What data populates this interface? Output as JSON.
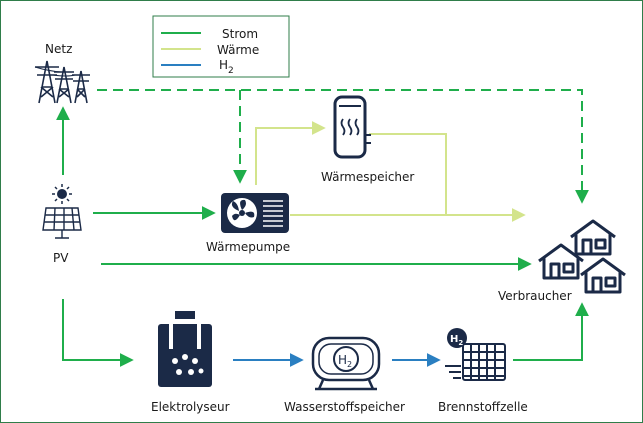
{
  "legend": {
    "items": [
      {
        "label": "Strom",
        "color": "#1fae4b"
      },
      {
        "label": "Wärme",
        "color": "#d3e48c"
      },
      {
        "label": "H",
        "sub": "2",
        "color": "#2a7fc1"
      }
    ]
  },
  "nodes": {
    "netz": "Netz",
    "pv": "PV",
    "waermepumpe": "Wärmepumpe",
    "waermespeicher": "Wärmespeicher",
    "verbraucher": "Verbraucher",
    "elektrolyseur": "Elektrolyseur",
    "wasserstoffspeicher": "Wasserstoffspeicher",
    "brennstoffzelle": "Brennstoffzelle"
  },
  "icons": {
    "tank": "H",
    "tank_sub": "2",
    "fuelcell_badge": "H",
    "fuelcell_badge_sub": "2"
  },
  "colors": {
    "strom": "#1fae4b",
    "waerme": "#d3e48c",
    "h2": "#2a7fc1",
    "icon": "#1b2a47"
  }
}
